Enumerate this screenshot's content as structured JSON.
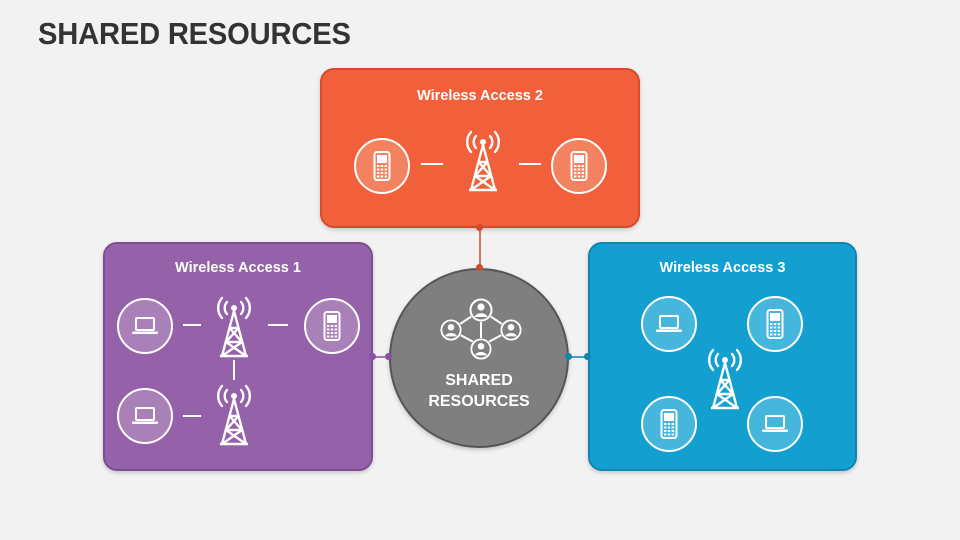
{
  "page": {
    "title": "SHARED RESOURCES"
  },
  "hub": {
    "line1": "SHARED",
    "line2": "RESOURCES",
    "icon": "people-network-icon"
  },
  "panels": {
    "wireless_access_1": {
      "title": "Wireless Access 1",
      "color": "#9561a8"
    },
    "wireless_access_2": {
      "title": "Wireless Access 2",
      "color": "#f15f3b"
    },
    "wireless_access_3": {
      "title": "Wireless Access 3",
      "color": "#13a0d1"
    }
  },
  "icons": [
    "laptop-icon",
    "mobile-phone-icon",
    "radio-tower-icon"
  ],
  "colors": {
    "hub": "#7f7f7f",
    "background": "#f2f2f2",
    "title": "#333333"
  }
}
